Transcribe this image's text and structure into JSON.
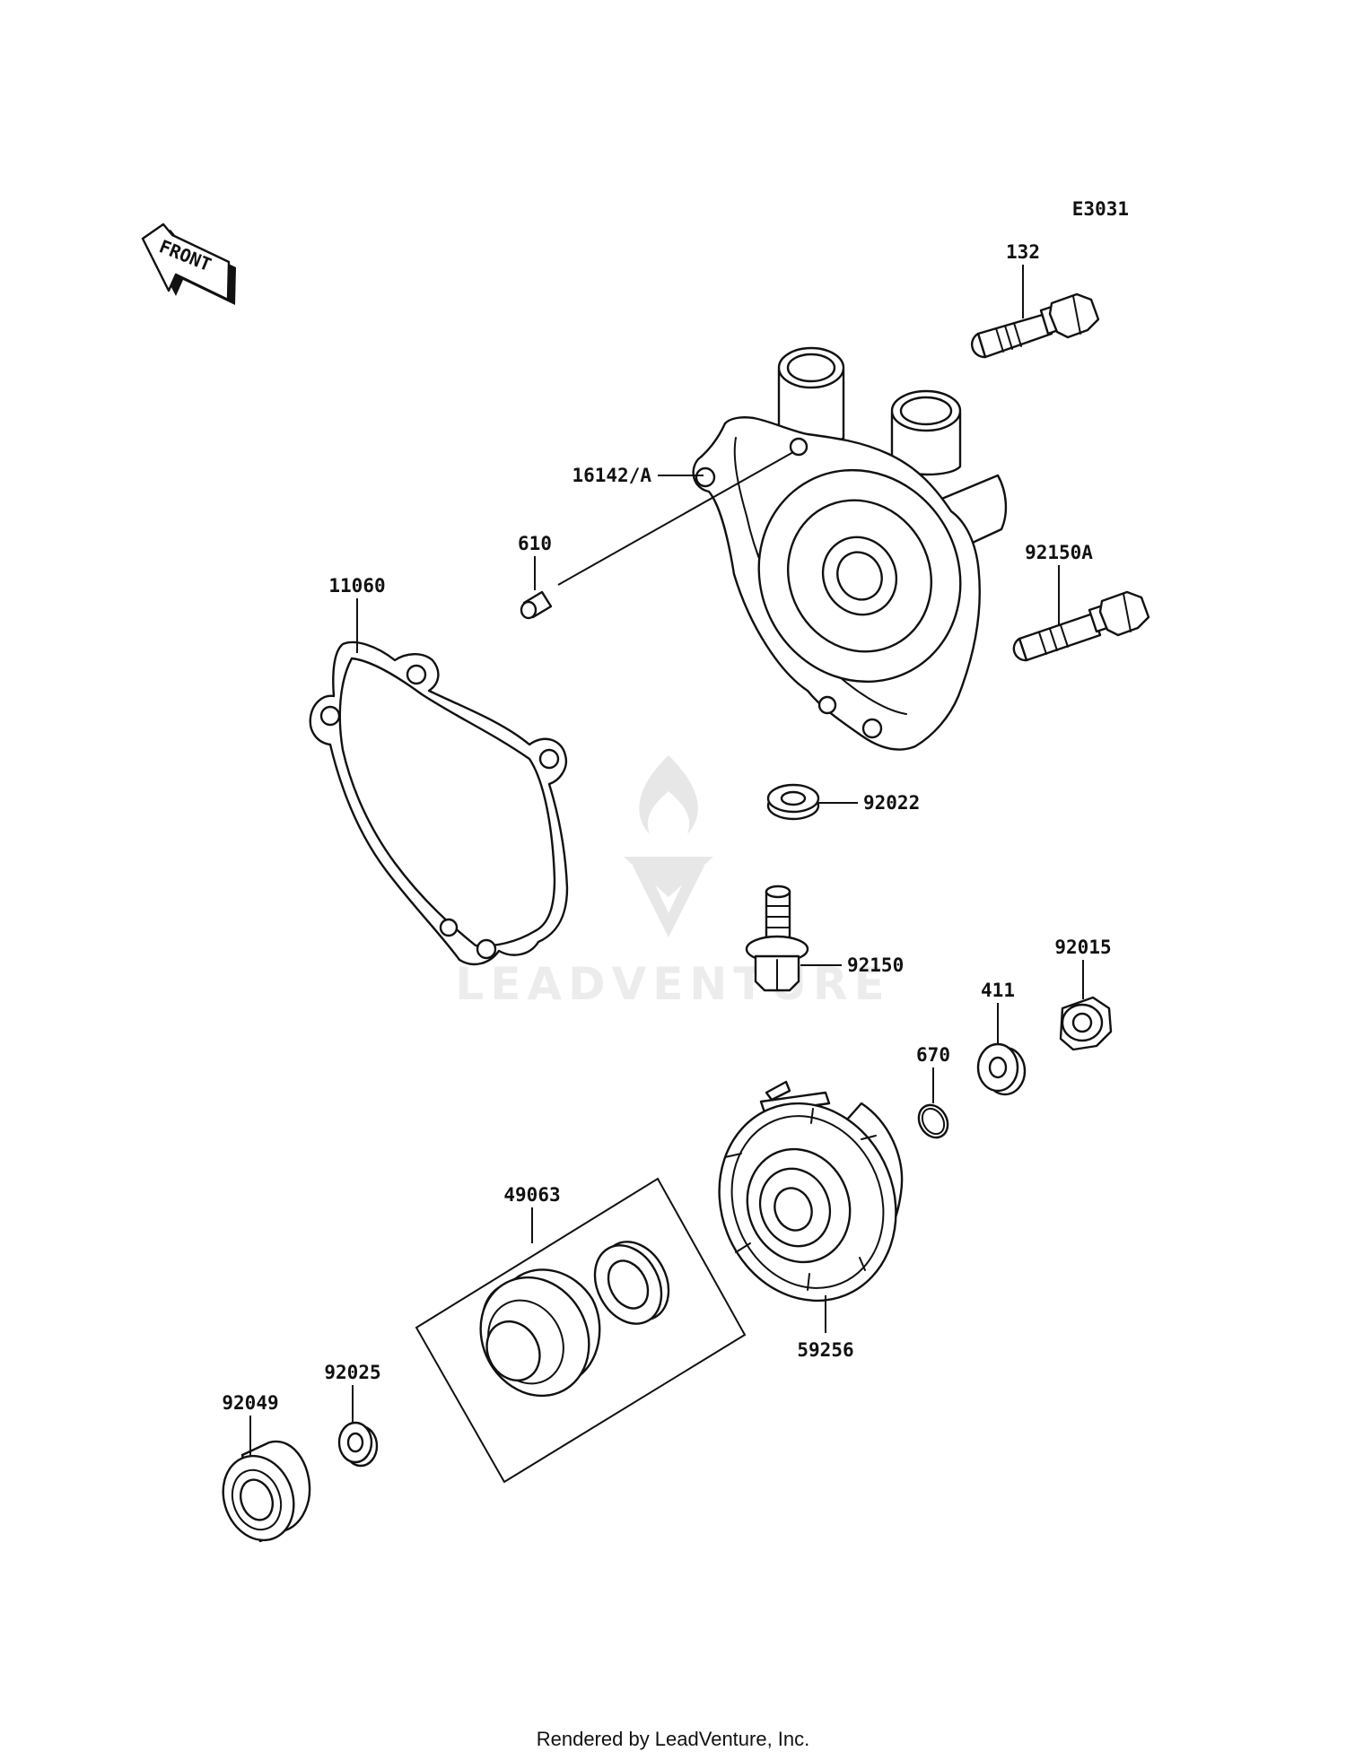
{
  "diagram_code": "E3031",
  "front_arrow_text": "FRONT",
  "watermark_text": "LEADVENTURE",
  "footer_text": "Rendered by LeadVenture, Inc.",
  "part_labels": {
    "p132": "132",
    "p16142a": "16142/A",
    "p610": "610",
    "p92150a": "92150A",
    "p11060": "11060",
    "p92022": "92022",
    "p92150": "92150",
    "p92015": "92015",
    "p411": "411",
    "p670": "670",
    "p49063": "49063",
    "p59256": "59256",
    "p92025": "92025",
    "p92049": "92049"
  }
}
